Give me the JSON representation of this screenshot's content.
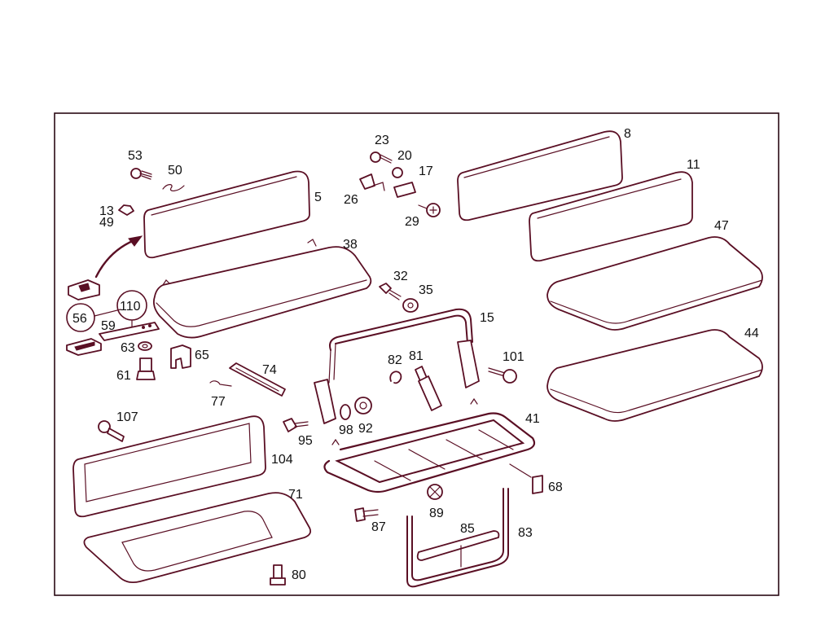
{
  "colors": {
    "line": "#5a0f24",
    "frame": "#2a0a14",
    "text": "#111111",
    "background": "#ffffff"
  },
  "labels": {
    "p5": "5",
    "p8": "8",
    "p11": "11",
    "p13": "13",
    "p15": "15",
    "p17": "17",
    "p20": "20",
    "p23": "23",
    "p26": "26",
    "p29": "29",
    "p32": "32",
    "p35": "35",
    "p38": "38",
    "p41": "41",
    "p44": "44",
    "p47": "47",
    "p49": "49",
    "p50": "50",
    "p53": "53",
    "p56": "56",
    "p59": "59",
    "p61": "61",
    "p63": "63",
    "p65": "65",
    "p68": "68",
    "p71": "71",
    "p74": "74",
    "p77": "77",
    "p80": "80",
    "p81": "81",
    "p82": "82",
    "p83": "83",
    "p85": "85",
    "p87": "87",
    "p89": "89",
    "p92": "92",
    "p95": "95",
    "p98": "98",
    "p101": "101",
    "p104": "104",
    "p107": "107",
    "p110": "110"
  }
}
